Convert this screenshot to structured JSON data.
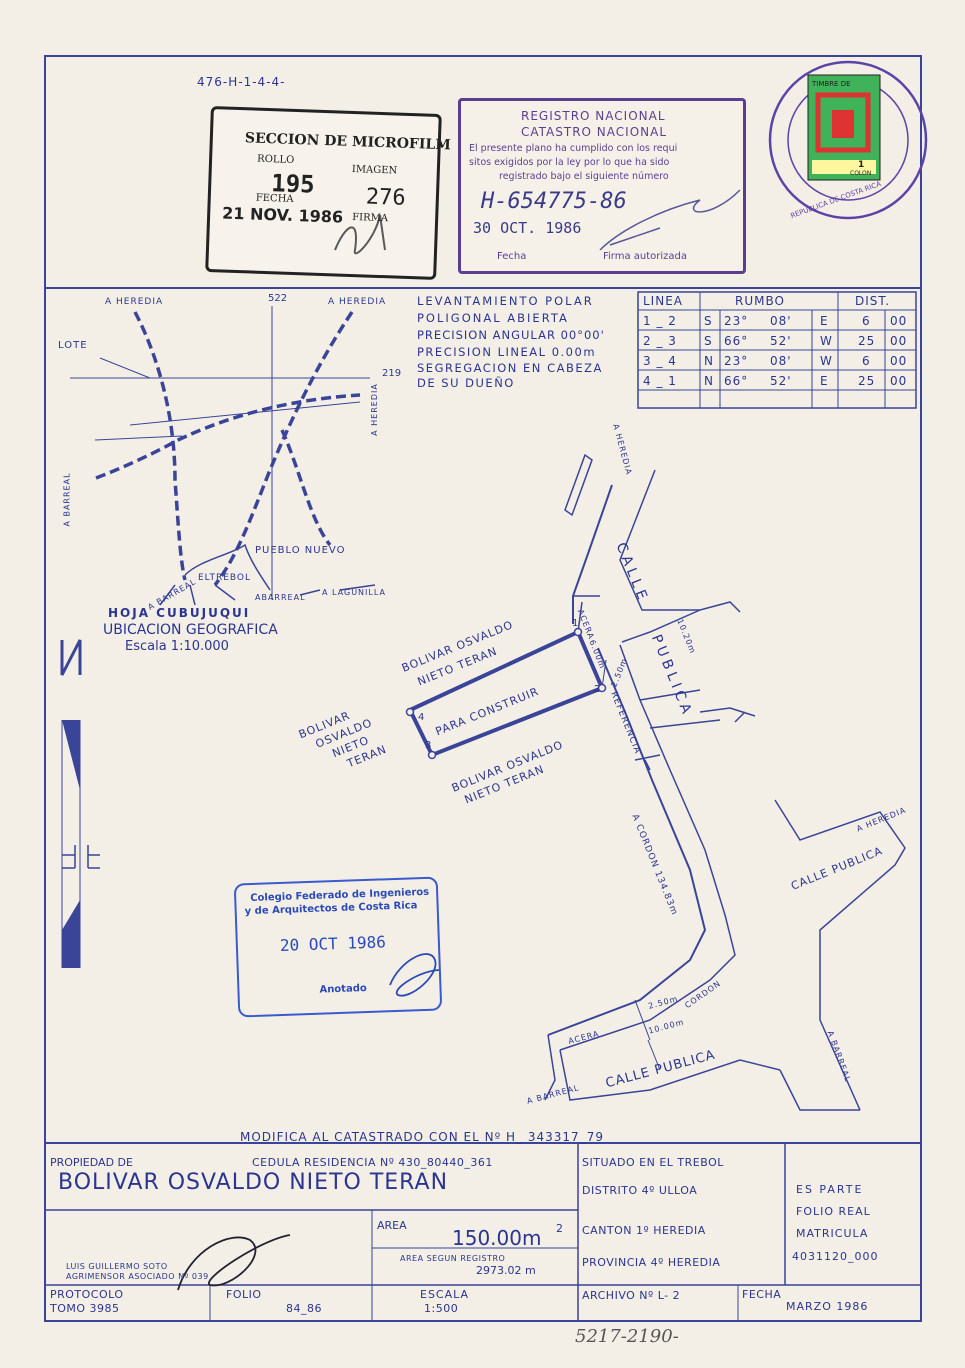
{
  "header": {
    "file_code": "476-H-1-4-4-",
    "microfilm": {
      "title": "SECCION DE MICROFILM",
      "rollo_label": "ROLLO",
      "rollo": "195",
      "imagen_label": "IMAGEN",
      "imagen": "276",
      "fecha_label": "FECHA",
      "fecha": "21 NOV. 1986",
      "firma_label": "FIRMA"
    },
    "registro": {
      "line1": "REGISTRO NACIONAL",
      "line2": "CATASTRO NACIONAL",
      "line3": "El presente plano ha cumplido con los requi",
      "line4": "sitos exigidos por la ley por lo que ha sido",
      "line5": "registrado bajo el siguiente número",
      "number": "H-654775-86",
      "date": "30 OCT. 1986",
      "fecha_label": "Fecha",
      "firma_label": "Firma autorizada"
    },
    "seal": {
      "stamp_top": "TIMBRE DE",
      "stamp_value": "1",
      "stamp_unit": "COLON",
      "ring_text": "REPUBLICA DE COSTA RICA"
    }
  },
  "location_map": {
    "labels": {
      "heredia_left": "A HEREDIA",
      "heredia_mid": "A HEREDIA",
      "num_522": "522",
      "num_219": "219",
      "heredia_right": "A HEREDIA",
      "lote": "LOTE",
      "barreal_left": "A BARREAL",
      "pueblo_nuevo": "PUEBLO NUEVO",
      "el_trebol": "ELTREBOL",
      "barreal_1": "A BARREAL",
      "barreal_2": "ABARREAL",
      "lagunilla": "A LAGUNILLA"
    },
    "hoja": "HOJA   CUBUJUQUI",
    "title": "UBICACION GEOGRAFICA",
    "scale": "Escala 1:10.000"
  },
  "survey_notes": [
    "LEVANTAMIENTO POLAR",
    "POLIGONAL ABIERTA",
    "PRECISION ANGULAR 00°00'",
    "PRECISION LINEAL 0.00m",
    "SEGREGACION EN CABEZA",
    "DE SU DUEÑO"
  ],
  "bearings_table": {
    "headers": [
      "LINEA",
      "RUMBO",
      "DIST."
    ],
    "rows": [
      {
        "linea": "1 _ 2",
        "d1": "S",
        "deg": "23°",
        "min": "08'",
        "d2": "E",
        "m": "6",
        "cm": "00"
      },
      {
        "linea": "2 _ 3",
        "d1": "S",
        "deg": "66°",
        "min": "52'",
        "d2": "W",
        "m": "25",
        "cm": "00"
      },
      {
        "linea": "3 _ 4",
        "d1": "N",
        "deg": "23°",
        "min": "08'",
        "d2": "W",
        "m": "6",
        "cm": "00"
      },
      {
        "linea": "4 _ 1",
        "d1": "N",
        "deg": "66°",
        "min": "52'",
        "d2": "E",
        "m": "25",
        "cm": "00"
      }
    ]
  },
  "plan": {
    "north": "N",
    "a_heredia_top": "A HEREDIA",
    "calle": "CALLE",
    "publica": "PUBLICA",
    "acera": "ACERA",
    "w_1020": "10.20m",
    "w_250": "2.50m",
    "w_600": "6.00m",
    "referencia": "REFERENCIA",
    "a_cordon": "A CORDON  134.83m",
    "owner_top_1": "BOLIVAR OSVALDO",
    "owner_top_2": "NIETO TERAN",
    "para_construir": "PARA CONSTRUIR",
    "owner_left": [
      "BOLIVAR",
      "OSVALDO",
      "NIETO",
      "TERAN"
    ],
    "owner_bottom_1": "BOLIVAR OSVALDO",
    "owner_bottom_2": "NIETO TERAN",
    "points": [
      "1",
      "2",
      "3",
      "4"
    ],
    "a_heredia_right": "A HEREDIA",
    "calle_publica_right": "CALLE PUBLICA",
    "cordon": "CORDON",
    "w_250b": "2.50m",
    "w_1000": "10.00m",
    "acera_b": "ACERA",
    "calle_publica_bottom": "CALLE PUBLICA",
    "a_barreal_bottom": "A BARREAL",
    "a_barreal_right": "A BARREAL"
  },
  "colegio_stamp": {
    "line1": "Colegio Federado de Ingenieros",
    "line2": "y de Arquitectos de Costa Rica",
    "date": "20 OCT 1986",
    "anotado": "Anotado"
  },
  "modifica": "MODIFICA AL CATASTRADO CON EL Nº H_ 343317_79",
  "footer": {
    "propiedad_label": "PROPIEDAD DE",
    "cedula": "CEDULA RESIDENCIA Nº 430_80440_361",
    "owner": "BOLIVAR OSVALDO NIETO TERAN",
    "situado": "SITUADO EN EL TREBOL",
    "distrito": "DISTRITO 4º ULLOA",
    "canton": "CANTON 1º HEREDIA",
    "provincia": "PROVINCIA 4º HEREDIA",
    "es_parte": "ES PARTE",
    "folio_real": "FOLIO REAL",
    "matricula": "MATRICULA",
    "matricula_no": "4031120_000",
    "area_label": "AREA",
    "area": "150.00m",
    "area_sq": "2",
    "area_registro_label": "AREA SEGUN REGISTRO",
    "area_registro": "2973.02 m",
    "surveyor_1": "LUIS GUILLERMO SOTO",
    "surveyor_2": "AGRIMENSOR ASOCIADO Nº 039",
    "protocolo_label": "PROTOCOLO",
    "tomo": "TOMO 3985",
    "folio_label": "FOLIO",
    "folio": "84_86",
    "escala_label": "ESCALA",
    "escala": "1:500",
    "archivo": "ARCHIVO Nº L- 2",
    "fecha_label": "FECHA",
    "fecha": "MARZO  1986"
  },
  "bottom_handwritten": "5217-2190-"
}
